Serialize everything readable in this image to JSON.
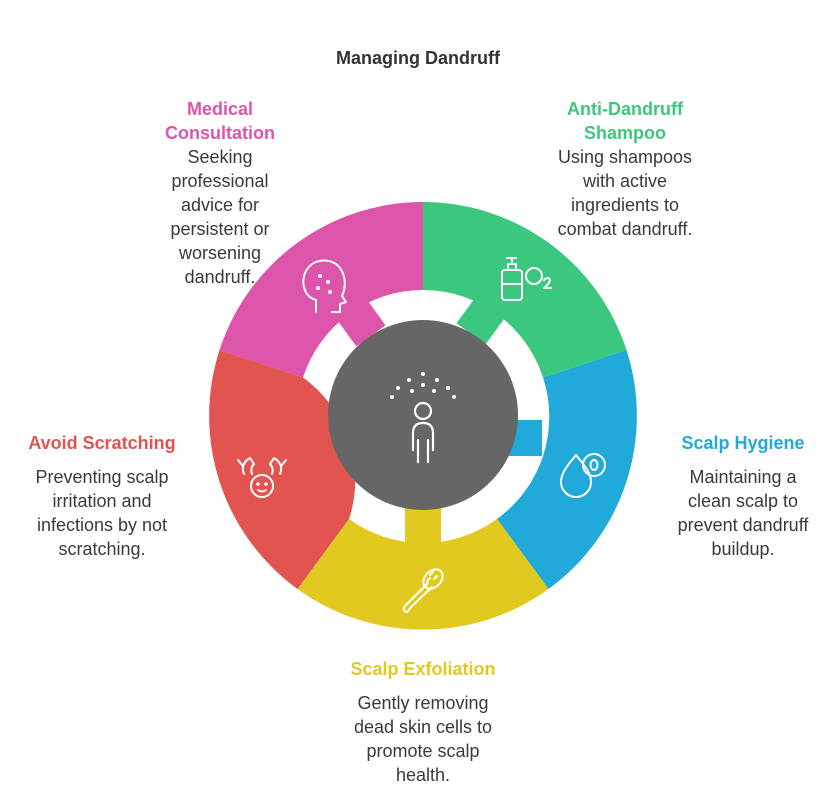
{
  "title": "Managing Dandruff",
  "colors": {
    "medical": "#dc55aa",
    "shampoo": "#3cc77f",
    "hygiene": "#21a9d9",
    "exfoliation": "#e1c920",
    "scratching": "#e2544f",
    "center": "#666666"
  },
  "sections": {
    "medical": {
      "title": "Medical Consultation",
      "description": "Seeking professional advice for persistent or worsening dandruff.",
      "icon": "face-with-spots-icon"
    },
    "shampoo": {
      "title": "Anti-Dandruff Shampoo",
      "description": "Using shampoos with active ingredients to combat dandruff.",
      "icon": "shampoo-bottle-icon"
    },
    "hygiene": {
      "title": "Scalp Hygiene",
      "description": "Maintaining a clean scalp to prevent dandruff buildup.",
      "icon": "water-drop-icon"
    },
    "exfoliation": {
      "title": "Scalp Exfoliation",
      "description": "Gently removing dead skin cells to promote scalp health.",
      "icon": "brush-icon"
    },
    "scratching": {
      "title": "Avoid Scratching",
      "description": "Preventing scalp irritation and infections by not scratching.",
      "icon": "hands-on-head-icon"
    }
  },
  "center_icon": "person-with-flakes-icon"
}
